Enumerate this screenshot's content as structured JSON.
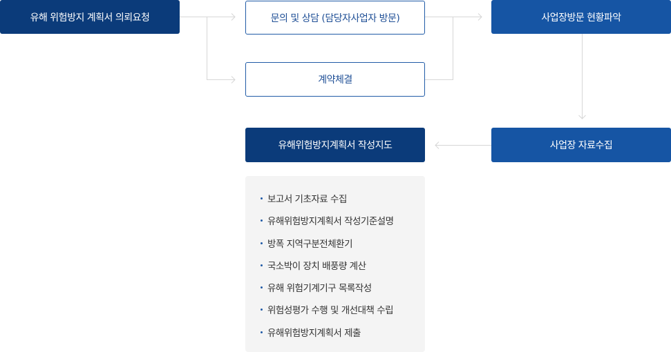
{
  "steps": {
    "request": "유해 위험방지 계획서 의뢰요청",
    "consult": "문의 및 상담 (담당자사업자 방문)",
    "contract": "계약체결",
    "visit": "사업장방문 현황파악",
    "collect": "사업장 자료수집",
    "guidance": "유해위험방지계획서 작성지도"
  },
  "guidance_items": [
    "보고서 기초자료 수집",
    "유해위험방지계획서 작성기준설명",
    "방폭 지역구분전체환기",
    "국소박이 장치 배풍량 계산",
    "유해 위험기계기구 목록작성",
    "위험성평가 수행 및 개선대책 수립",
    "유해위험방지계획서 제출"
  ]
}
